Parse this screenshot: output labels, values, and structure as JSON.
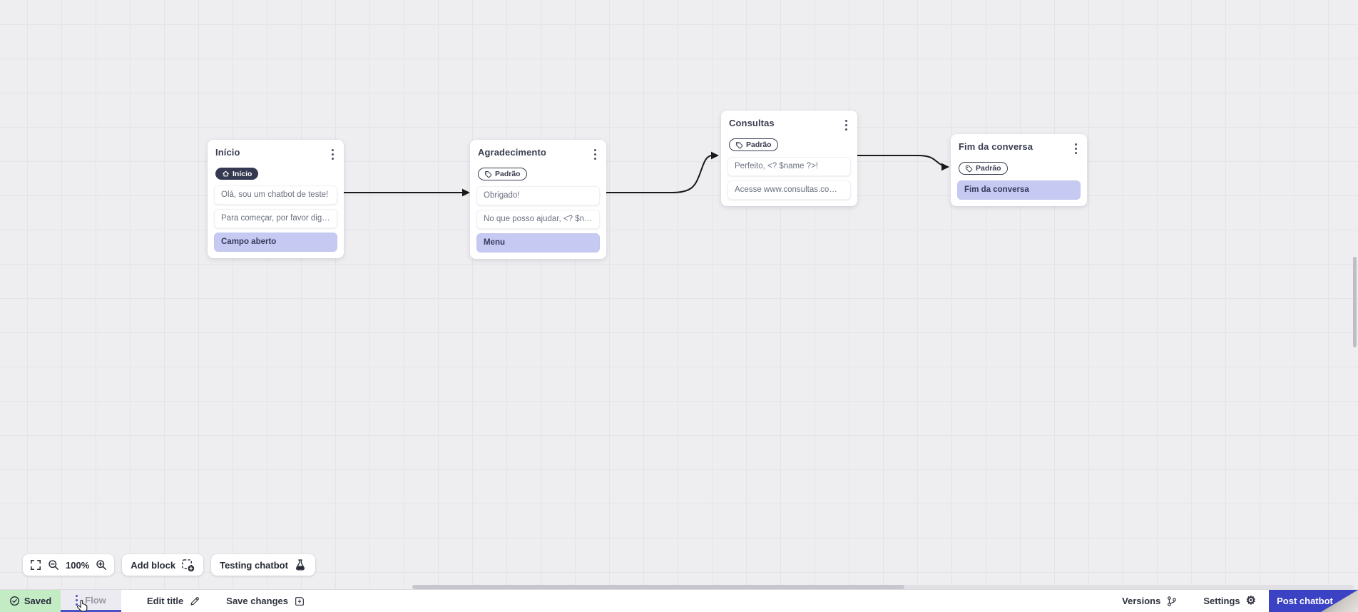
{
  "canvas": {
    "nodes": [
      {
        "title": "Início",
        "badge": "Início",
        "badge_icon": "home-icon",
        "items": [
          {
            "text": "Olá, sou um chatbot de teste!",
            "type": "message"
          },
          {
            "text": "Para começar, por favor digite o ...",
            "type": "message"
          },
          {
            "text": "Campo aberto",
            "type": "input"
          }
        ]
      },
      {
        "title": "Agradecimento",
        "badge": "Padrão",
        "badge_icon": "tag-icon",
        "items": [
          {
            "text": "Obrigado!",
            "type": "message"
          },
          {
            "text": "No que posso ajudar, <? $name ...",
            "type": "message"
          },
          {
            "text": "Menu",
            "type": "action"
          }
        ]
      },
      {
        "title": "Consultas",
        "badge": "Padrão",
        "badge_icon": "tag-icon",
        "items": [
          {
            "text": "Perfeito, <? $name ?>!",
            "type": "message"
          },
          {
            "text": "Acesse www.consultas.com par...",
            "type": "message"
          }
        ]
      },
      {
        "title": "Fim da conversa",
        "badge": "Padrão",
        "badge_icon": "tag-icon",
        "items": [
          {
            "text": "Fim da conversa",
            "type": "action"
          }
        ]
      }
    ],
    "connections": [
      {
        "from": "Início",
        "to": "Agradecimento"
      },
      {
        "from": "Agradecimento",
        "to": "Consultas"
      },
      {
        "from": "Consultas",
        "to": "Fim da conversa"
      }
    ]
  },
  "canvas_toolbar": {
    "zoom_level": "100%",
    "add_block": "Add block",
    "testing_chatbot": "Testing chatbot"
  },
  "status_bar": {
    "saved": "Saved",
    "flow_tab": "Flow",
    "edit_title": "Edit title",
    "save_changes": "Save changes",
    "versions": "Versions",
    "settings": "Settings",
    "post_chatbot": "Post chatbot",
    "gear_glyph": "⚙"
  },
  "icons": {
    "node_menu": "three-dot-vertical",
    "saved": "check-circle",
    "post": "upload-tray"
  },
  "colors": {
    "accent": "#3b42c4",
    "saved_bg": "#c3ecc5",
    "action_item_bg": "#c6caf2",
    "badge_dark_bg": "#343850",
    "edge": "#191919",
    "canvas_bg": "#eeedf0"
  }
}
